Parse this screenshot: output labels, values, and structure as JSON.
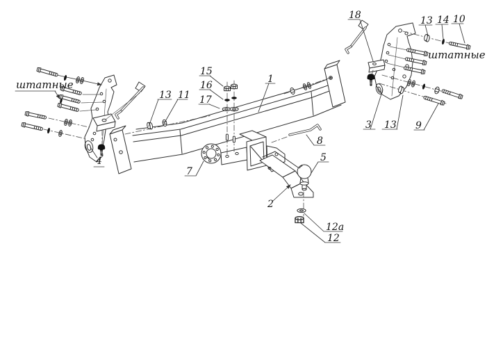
{
  "labels": {
    "standard_left": "штатные",
    "standard_right": "штатные"
  },
  "callouts": {
    "n1": "1",
    "n2": "2",
    "n3": "3",
    "n4": "4",
    "n5": "5",
    "n7": "7",
    "n8": "8",
    "n9": "9",
    "n10": "10",
    "n11": "11",
    "n12": "12",
    "n12a": "12a",
    "n13_beam": "13",
    "n13_right_top": "13",
    "n13_right_bottom": "13",
    "n14": "14",
    "n15": "15",
    "n16": "16",
    "n17": "17",
    "n18": "18"
  },
  "drawing": {
    "line_color": "#2e2e2e",
    "background": "#ffffff"
  }
}
